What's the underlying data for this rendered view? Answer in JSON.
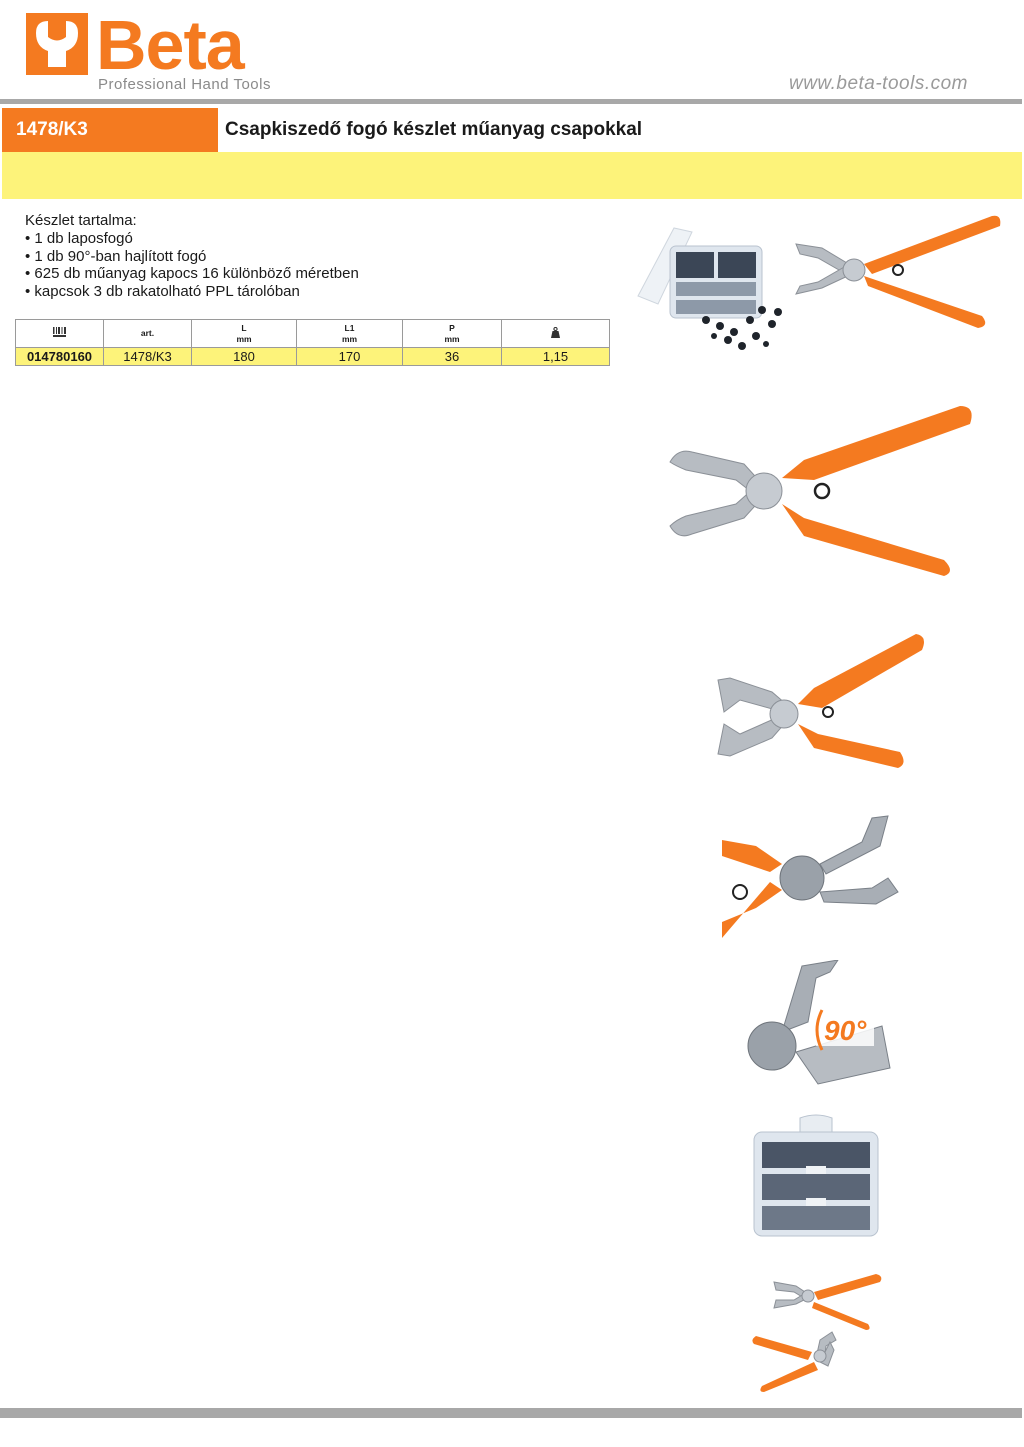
{
  "header": {
    "brand": "Beta",
    "tagline": "Professional Hand Tools",
    "website": "www.beta-tools.com"
  },
  "title_bar": {
    "code": "1478/K3",
    "title": "Csapkiszedő fogó készlet műanyag csapokkal"
  },
  "description": {
    "heading": "Készlet tartalma:",
    "items": [
      "• 1 db laposfogó",
      "• 1 db 90°-ban hajlított fogó",
      "• 625 db műanyag kapocs 16 különböző méretben",
      "• kapcsok 3 db rakatolható PPL tárolóban"
    ]
  },
  "spec_table": {
    "headers": [
      {
        "top": "",
        "bottom": "",
        "icon": "barcode-icon"
      },
      {
        "top": "",
        "bottom": "art."
      },
      {
        "top": "L",
        "bottom": "mm"
      },
      {
        "top": "L1",
        "bottom": "mm"
      },
      {
        "top": "P",
        "bottom": "mm"
      },
      {
        "top": "",
        "bottom": "",
        "icon": "weight-icon"
      }
    ],
    "rows": [
      [
        "014780160",
        "1478/K3",
        "180",
        "170",
        "36",
        "1,15"
      ]
    ]
  },
  "images": [
    {
      "name": "kit-with-storage-box-image",
      "icon": "storage-box-and-pliers"
    },
    {
      "name": "pliers-large-image",
      "icon": "straight-pliers"
    },
    {
      "name": "pliers-angled-view-image",
      "icon": "pliers-angled"
    },
    {
      "name": "pliers-head-closeup-image",
      "icon": "pliers-head"
    },
    {
      "name": "bent-jaw-90-degree-image",
      "icon": "jaw-90",
      "label": "90°"
    },
    {
      "name": "stackable-storage-box-image",
      "icon": "storage-box"
    },
    {
      "name": "two-pliers-image",
      "icon": "two-pliers"
    }
  ],
  "colors": {
    "brand_orange": "#f47a20",
    "highlight_yellow": "#fdf37a",
    "rule_gray": "#a8a8a8"
  }
}
